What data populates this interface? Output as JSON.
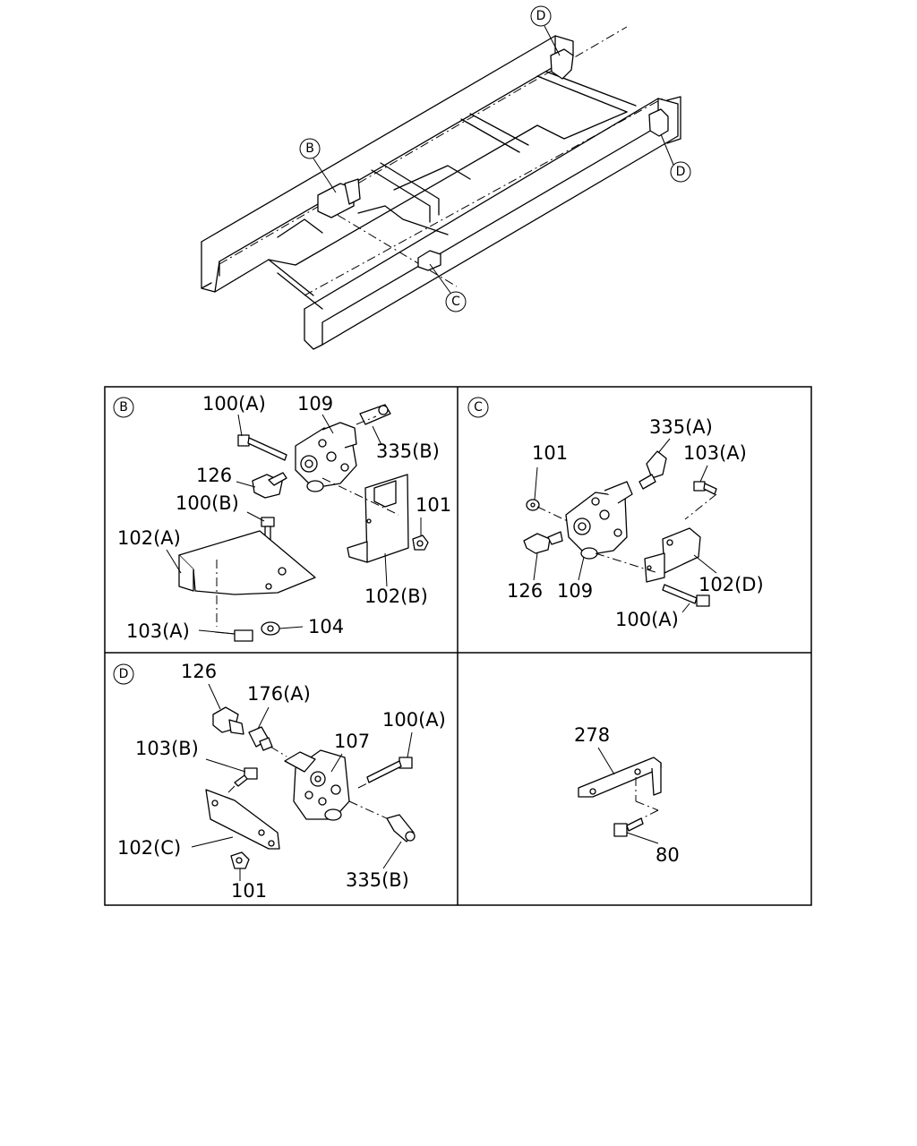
{
  "frame_callouts": {
    "b": "B",
    "c": "C",
    "d_top": "D",
    "d_right": "D"
  },
  "panels": {
    "b": {
      "letter": "B",
      "labels": {
        "bolt_100a": "100(A)",
        "valve_109": "109",
        "fitting_335b": "335(B)",
        "elbow_126": "126",
        "bolt_100b": "100(B)",
        "nut_101": "101",
        "bracket_102a": "102(A)",
        "bracket_102b": "102(B)",
        "bolt_103a": "103(A)",
        "nut_104": "104"
      }
    },
    "c": {
      "letter": "C",
      "labels": {
        "elbow_335a": "335(A)",
        "washer_101": "101",
        "bolt_103a": "103(A)",
        "bracket_102d": "102(D)",
        "elbow_126": "126",
        "valve_109": "109",
        "bolt_100a": "100(A)"
      }
    },
    "d": {
      "letter": "D",
      "labels": {
        "elbow_126": "126",
        "fitting_176a": "176(A)",
        "bolt_100a": "100(A)",
        "bolt_103b": "103(B)",
        "valve_107": "107",
        "bracket_102c": "102(C)",
        "nut_101": "101",
        "fitting_335b": "335(B)"
      }
    },
    "e": {
      "labels": {
        "bracket_278": "278",
        "bolt_80": "80"
      }
    }
  }
}
